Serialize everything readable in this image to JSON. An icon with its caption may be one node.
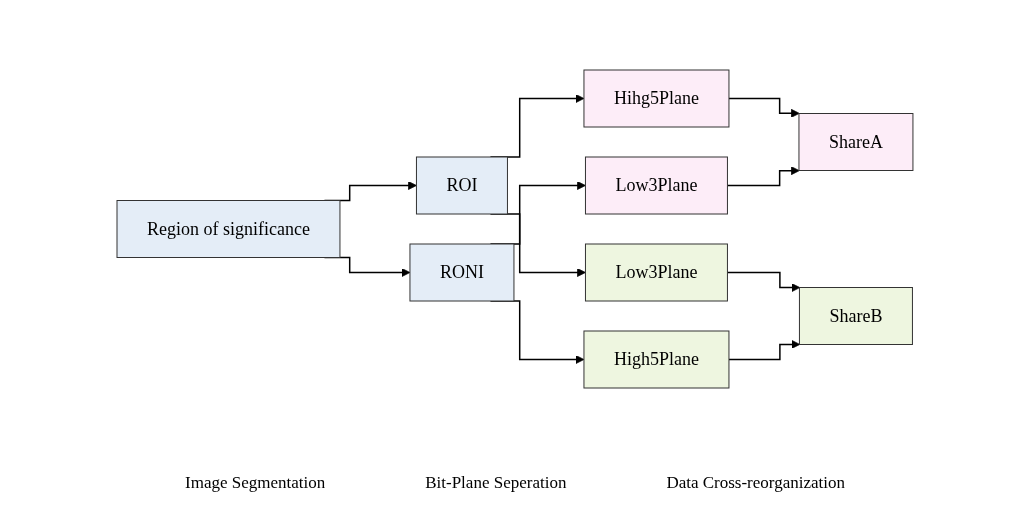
{
  "diagram": {
    "nodes": [
      {
        "text": [
          "Region of significance"
        ]
      },
      {
        "text": [
          "ROI"
        ]
      },
      {
        "text": [
          "RONI"
        ]
      },
      {
        "text": [
          "Hihg5Plane"
        ]
      },
      {
        "text": [
          "Low3Plane"
        ]
      },
      {
        "text": [
          "Low3Plane"
        ]
      },
      {
        "text": [
          "High5Plane"
        ]
      },
      {
        "text": [
          "ShareA"
        ]
      },
      {
        "text": [
          "ShareB"
        ]
      }
    ],
    "edges": [
      {
        "from": 0,
        "to": 1,
        "arrow": "to"
      },
      {
        "from": 0,
        "to": 2,
        "arrow": "to"
      },
      {
        "from": 1,
        "to": 3,
        "arrow": "to"
      },
      {
        "from": 1,
        "to": 4,
        "arrow": "to"
      },
      {
        "from": 2,
        "to": 5,
        "arrow": "to"
      },
      {
        "from": 2,
        "to": 6,
        "arrow": "to"
      },
      {
        "from": 3,
        "to": 7,
        "arrow": "to"
      },
      {
        "from": 5,
        "to": 7,
        "arrow": "to"
      },
      {
        "from": 4,
        "to": 8,
        "arrow": "to"
      },
      {
        "from": 6,
        "to": 8,
        "arrow": "to"
      }
    ],
    "labels": [
      "Image Segmentation",
      "Bit-Plane Seperation",
      "Data Cross-reorganization"
    ]
  }
}
